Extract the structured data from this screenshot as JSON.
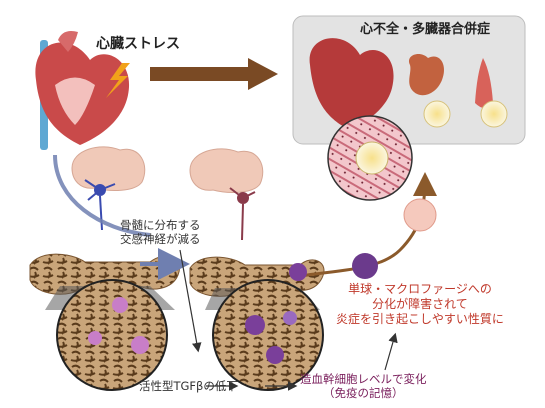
{
  "labels": {
    "cardiac_stress": "心臓ストレス",
    "heart_failure": "心不全・多臓器合併症",
    "nerve_line1": "骨髄に分布する",
    "nerve_line2": "交感神経が減る",
    "tgf_beta": "活性型TGFβの低下",
    "monocyte_line1": "単球・マクロファージへの",
    "monocyte_line2": "分化が障害されて",
    "monocyte_line3": "炎症を引き起こしやすい性質に",
    "hsc_line1": "造血幹細胞レベルで変化",
    "hsc_line2": "（免疫の記憶）"
  },
  "colors": {
    "big_arrow": "#7a4a24",
    "blue_arrow": "#6f7fb0",
    "red_text": "#c0392b",
    "purple_text": "#7a1f5c",
    "organ_box": "#e3e3e3",
    "cell_purple": "#6b3a8c"
  }
}
